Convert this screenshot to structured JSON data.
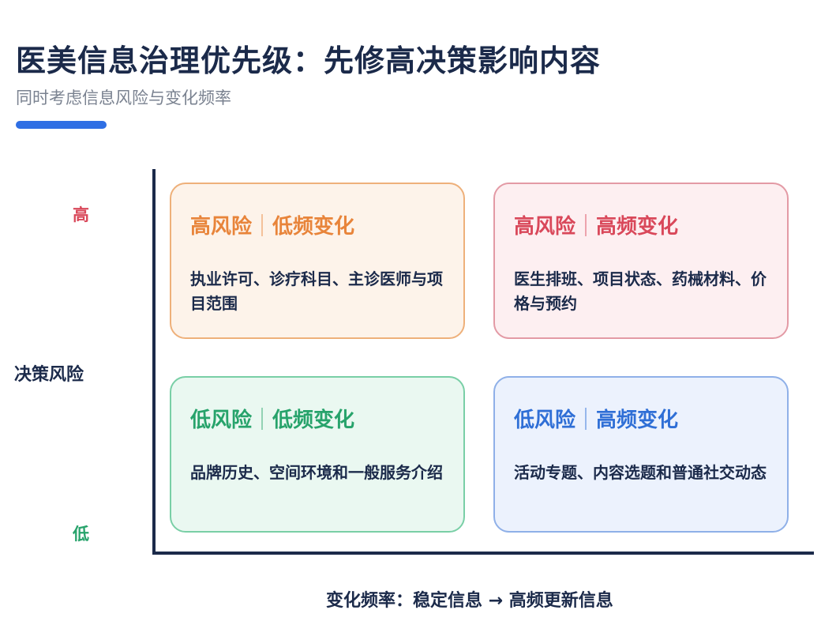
{
  "header": {
    "title": "医美信息治理优先级：先修高决策影响内容",
    "subtitle": "同时考虑信息风险与变化频率"
  },
  "axes": {
    "y_title": "决策风险",
    "y_high": "高",
    "y_low": "低",
    "x_title": "变化频率：稳定信息 → 高频更新信息"
  },
  "quadrants": [
    {
      "id": "tl",
      "risk": "高风险",
      "freq": "低频变化",
      "body": "执业许可、诊疗科目、主诊医师与项目范围",
      "accent": "#e8843a",
      "bg": "#fdf3ea",
      "border": "#eeb07a"
    },
    {
      "id": "tr",
      "risk": "高风险",
      "freq": "高频变化",
      "body": "医生排班、项目状态、药械材料、价格与预约",
      "accent": "#d9485a",
      "bg": "#fdeff1",
      "border": "#e39aa5"
    },
    {
      "id": "bl",
      "risk": "低风险",
      "freq": "低频变化",
      "body": "品牌历史、空间环境和一般服务介绍",
      "accent": "#27a36b",
      "bg": "#eaf8f1",
      "border": "#79cfa6"
    },
    {
      "id": "br",
      "risk": "低风险",
      "freq": "高频变化",
      "body": "活动专题、内容选题和普通社交动态",
      "accent": "#2f6fd6",
      "bg": "#ecf2fd",
      "border": "#8fb0e8"
    }
  ],
  "colors": {
    "title": "#1b2a4a",
    "accent_bar": "#2f6fe4",
    "high": "#d9485a",
    "low": "#27a36b"
  }
}
